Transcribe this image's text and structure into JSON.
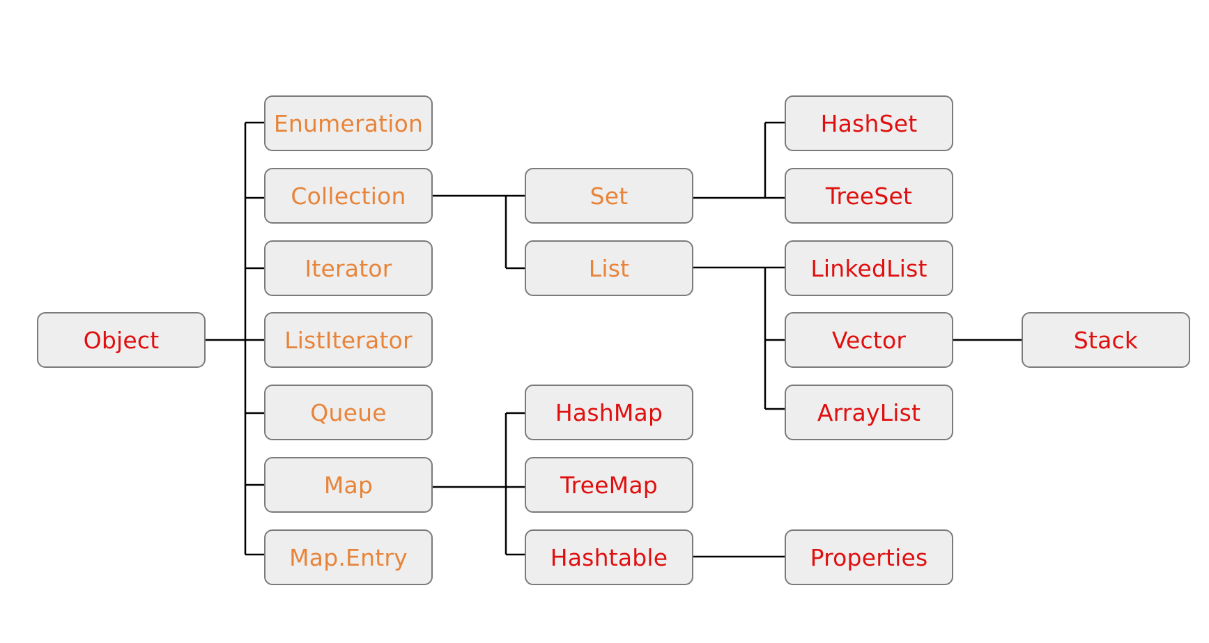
{
  "colors": {
    "interface": "#e8843a",
    "class": "#e00f0f",
    "box_fill": "#eeeeee",
    "box_border": "#7a7a7a",
    "line": "#000000"
  },
  "nodes": {
    "object": "Object",
    "enumeration": "Enumeration",
    "collection": "Collection",
    "iterator": "Iterator",
    "listiterator": "ListIterator",
    "queue": "Queue",
    "map": "Map",
    "map_entry": "Map.Entry",
    "set": "Set",
    "list": "List",
    "hashmap": "HashMap",
    "treemap": "TreeMap",
    "hashtable": "Hashtable",
    "hashset": "HashSet",
    "treeset": "TreeSet",
    "linkedlist": "LinkedList",
    "vector": "Vector",
    "arraylist": "ArrayList",
    "properties": "Properties",
    "stack": "Stack"
  },
  "edges": [
    [
      "object",
      "enumeration"
    ],
    [
      "object",
      "collection"
    ],
    [
      "object",
      "iterator"
    ],
    [
      "object",
      "listiterator"
    ],
    [
      "object",
      "queue"
    ],
    [
      "object",
      "map"
    ],
    [
      "object",
      "map_entry"
    ],
    [
      "collection",
      "set"
    ],
    [
      "collection",
      "list"
    ],
    [
      "set",
      "hashset"
    ],
    [
      "set",
      "treeset"
    ],
    [
      "list",
      "linkedlist"
    ],
    [
      "list",
      "vector"
    ],
    [
      "list",
      "arraylist"
    ],
    [
      "vector",
      "stack"
    ],
    [
      "map",
      "hashmap"
    ],
    [
      "map",
      "treemap"
    ],
    [
      "map",
      "hashtable"
    ],
    [
      "hashtable",
      "properties"
    ]
  ]
}
